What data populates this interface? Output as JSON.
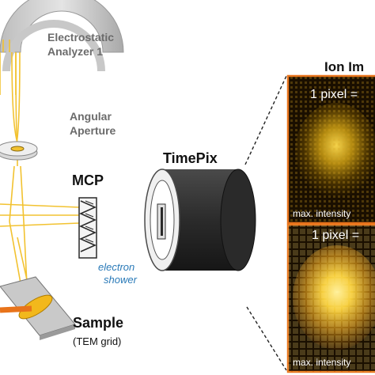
{
  "labels": {
    "esa_line1": "Electrostatic",
    "esa_line2": "Analyzer 1",
    "aperture_line1": "Angular",
    "aperture_line2": "Aperture",
    "mcp": "MCP",
    "timepix": "TimePix",
    "shower_line1": "electron",
    "shower_line2": "shower",
    "sample": "Sample",
    "sample_sub": "(TEM grid)",
    "ion_image_title": "Ion Im",
    "panel_top_pixel": "1 pixel =",
    "panel_top_intensity": "max. intensity",
    "panel_bottom_pixel": "1 pixel =",
    "panel_bottom_intensity": "max. intensity"
  },
  "colors": {
    "beam": "#f2c230",
    "panel_border": "#e8741c",
    "sample_hot": "#e8731a",
    "shower_label": "#2a7ab8",
    "detector_body": "#3a3a3a"
  }
}
